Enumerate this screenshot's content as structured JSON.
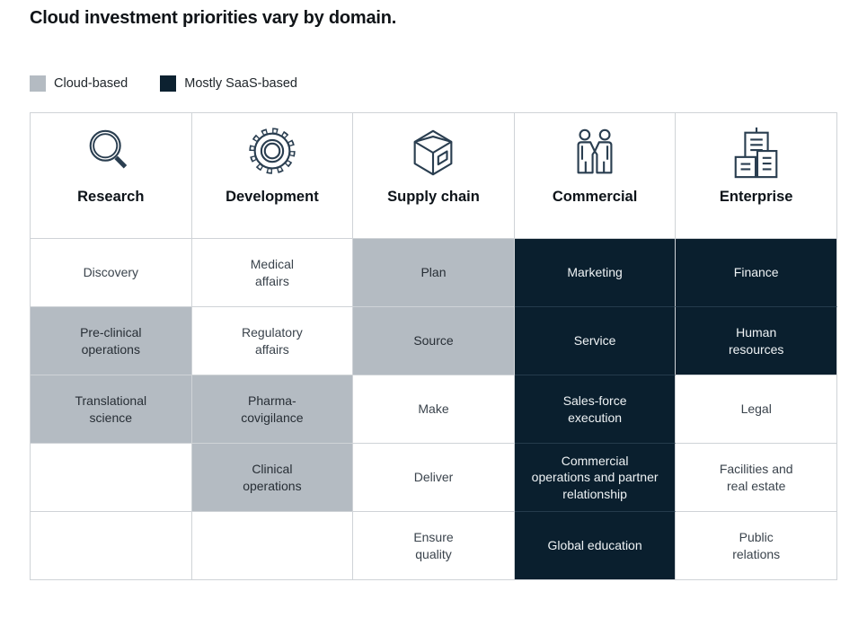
{
  "chart_data": {
    "type": "table",
    "title": "Cloud investment priorities vary by domain.",
    "legend": [
      {
        "label": "Cloud-based",
        "category": "cloud",
        "color": "#b4bbc2"
      },
      {
        "label": "Mostly SaaS-based",
        "category": "saas",
        "color": "#0c2130"
      }
    ],
    "columns": [
      {
        "label": "Research",
        "icon": "magnifier-icon"
      },
      {
        "label": "Development",
        "icon": "gear-icon"
      },
      {
        "label": "Supply chain",
        "icon": "shipping-box-icon"
      },
      {
        "label": "Commercial",
        "icon": "partnership-people-icon"
      },
      {
        "label": "Enterprise",
        "icon": "buildings-icon"
      }
    ],
    "rows": [
      [
        {
          "text": "Discovery",
          "category": "none"
        },
        {
          "text": "Medical\naffairs",
          "category": "none"
        },
        {
          "text": "Plan",
          "category": "cloud"
        },
        {
          "text": "Marketing",
          "category": "saas"
        },
        {
          "text": "Finance",
          "category": "saas"
        }
      ],
      [
        {
          "text": "Pre-clinical\noperations",
          "category": "cloud"
        },
        {
          "text": "Regulatory\naffairs",
          "category": "none"
        },
        {
          "text": "Source",
          "category": "cloud"
        },
        {
          "text": "Service",
          "category": "saas"
        },
        {
          "text": "Human\nresources",
          "category": "saas"
        }
      ],
      [
        {
          "text": "Translational\nscience",
          "category": "cloud"
        },
        {
          "text": "Pharma-\ncovigilance",
          "category": "cloud"
        },
        {
          "text": "Make",
          "category": "none"
        },
        {
          "text": "Sales-force\nexecution",
          "category": "saas"
        },
        {
          "text": "Legal",
          "category": "none"
        }
      ],
      [
        {
          "text": "",
          "category": "none"
        },
        {
          "text": "Clinical\noperations",
          "category": "cloud"
        },
        {
          "text": "Deliver",
          "category": "none"
        },
        {
          "text": "Commercial\noperations and partner\nrelationship",
          "category": "saas"
        },
        {
          "text": "Facilities and\nreal estate",
          "category": "none"
        }
      ],
      [
        {
          "text": "",
          "category": "none"
        },
        {
          "text": "",
          "category": "none"
        },
        {
          "text": "Ensure\nquality",
          "category": "none"
        },
        {
          "text": "Global education",
          "category": "saas"
        },
        {
          "text": "Public\nrelations",
          "category": "none"
        }
      ]
    ]
  }
}
